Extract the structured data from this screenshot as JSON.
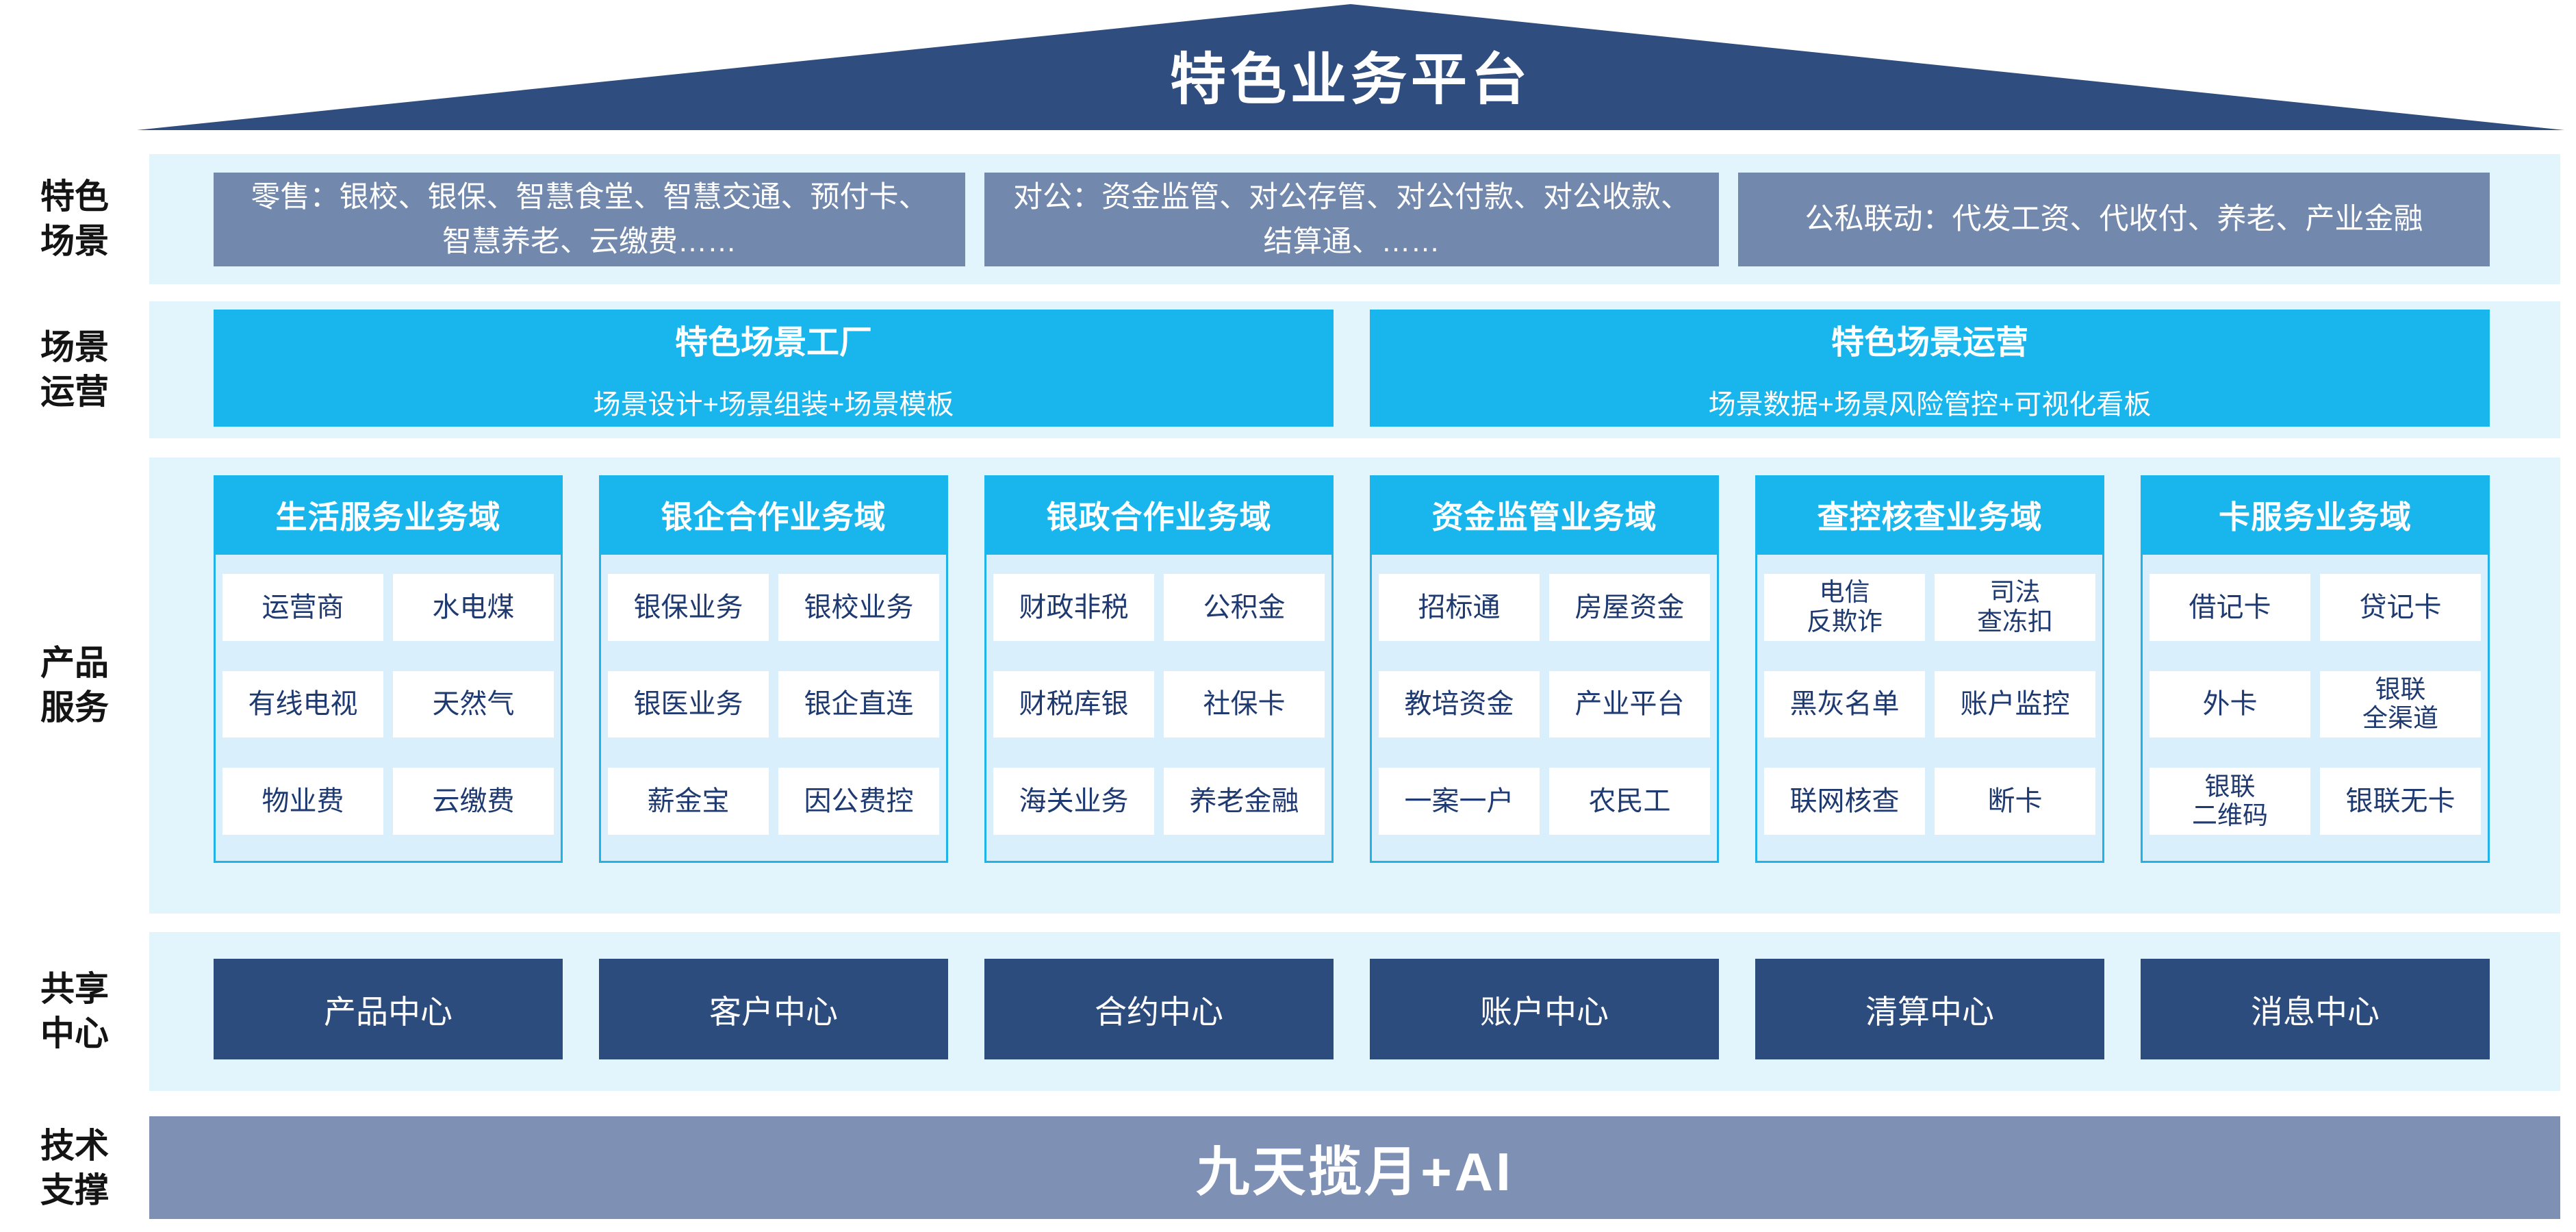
{
  "roof": {
    "title": "特色业务平台",
    "color": "#2f4d7e"
  },
  "row_labels": {
    "scene": "特色\n场景",
    "ops": "场景\n运营",
    "products": "产品\n服务",
    "centers": "共享\n中心",
    "tech": "技术\n支撑"
  },
  "scenes": {
    "box_color": "#7289ad",
    "items": [
      "零售：银校、银保、智慧食堂、智慧交通、预付卡、智慧养老、云缴费……",
      "对公：资金监管、对公存管、对公付款、对公收款、结算通、……",
      "公私联动：代发工资、代收付、养老、产业金融"
    ]
  },
  "operations": {
    "box_color": "#18b6ec",
    "boxes": [
      {
        "title": "特色场景工厂",
        "subtitle": "场景设计+场景组装+场景模板"
      },
      {
        "title": "特色场景运营",
        "subtitle": "场景数据+场景风险管控+可视化看板"
      }
    ]
  },
  "products": {
    "header_color": "#18b6ec",
    "body_color": "#d9effb",
    "cell_text_color": "#1e3a70",
    "columns": [
      {
        "header": "生活服务业务域",
        "cells": [
          "运营商",
          "水电煤",
          "有线电视",
          "天然气",
          "物业费",
          "云缴费"
        ]
      },
      {
        "header": "银企合作业务域",
        "cells": [
          "银保业务",
          "银校业务",
          "银医业务",
          "银企直连",
          "薪金宝",
          "因公费控"
        ]
      },
      {
        "header": "银政合作业务域",
        "cells": [
          "财政非税",
          "公积金",
          "财税库银",
          "社保卡",
          "海关业务",
          "养老金融"
        ]
      },
      {
        "header": "资金监管业务域",
        "cells": [
          "招标通",
          "房屋资金",
          "教培资金",
          "产业平台",
          "一案一户",
          "农民工"
        ]
      },
      {
        "header": "查控核查业务域",
        "cells": [
          "电信\n反欺诈",
          "司法\n查冻扣",
          "黑灰名单",
          "账户监控",
          "联网核查",
          "断卡"
        ]
      },
      {
        "header": "卡服务业务域",
        "cells": [
          "借记卡",
          "贷记卡",
          "外卡",
          "银联\n全渠道",
          "银联\n二维码",
          "银联无卡"
        ]
      }
    ]
  },
  "centers": {
    "box_color": "#2d4c7e",
    "items": [
      "产品中心",
      "客户中心",
      "合约中心",
      "账户中心",
      "清算中心",
      "消息中心"
    ]
  },
  "tech": {
    "bar_color": "#7e90b3",
    "label": "九天揽月+AI"
  },
  "palette": {
    "band_bg": "#e3f5fc",
    "roof_navy": "#2f4d7e",
    "slate": "#7289ad",
    "cyan": "#18b6ec",
    "navy_text": "#1e3a70"
  }
}
